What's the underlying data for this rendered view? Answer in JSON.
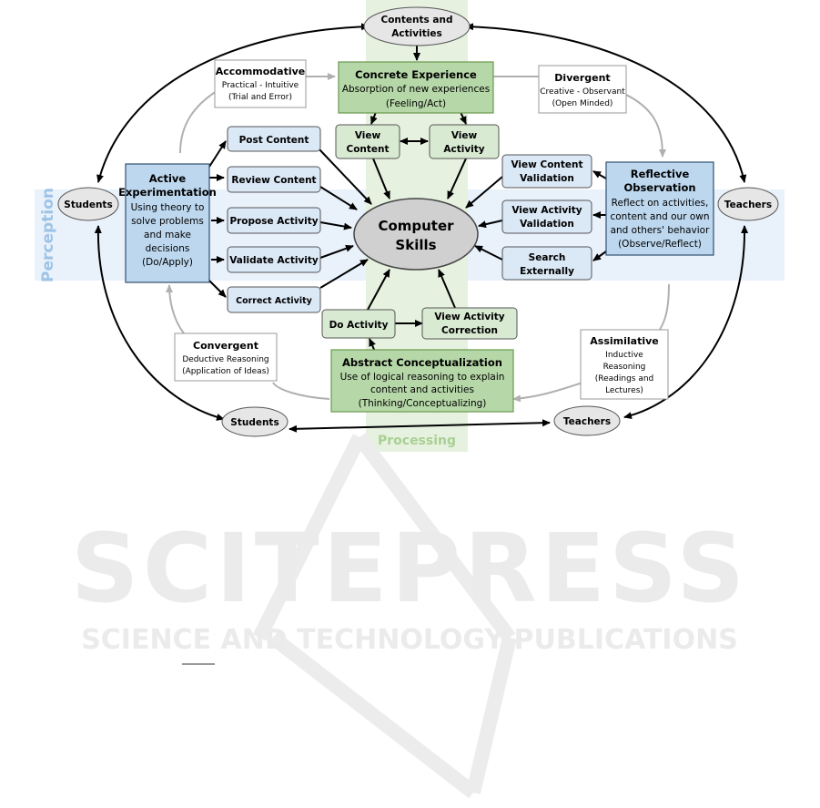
{
  "axes": {
    "perception": "Perception",
    "processing": "Processing"
  },
  "center": {
    "line1": "Computer",
    "line2": "Skills"
  },
  "contents": {
    "line1": "Contents and",
    "line2": "Activities"
  },
  "actors": {
    "students_left": "Students",
    "teachers_right": "Teachers",
    "students_bottom": "Students",
    "teachers_bottom": "Teachers"
  },
  "concrete": {
    "title": "Concrete Experience",
    "line1": "Absorption of new experiences",
    "line2": "(Feeling/Act)"
  },
  "abstract": {
    "title": "Abstract Conceptualization",
    "line1": "Use of logical reasoning to explain",
    "line2": "content and activities",
    "line3": "(Thinking/Conceptualizing)"
  },
  "active": {
    "title1": "Active",
    "title2": "Experimentation",
    "line1": "Using theory to",
    "line2": "solve problems",
    "line3": "and make",
    "line4": "decisions",
    "line5": "(Do/Apply)"
  },
  "reflective": {
    "title1": "Reflective",
    "title2": "Observation",
    "line1": "Reflect on activities,",
    "line2": "content and our own",
    "line3": "and others' behavior",
    "line4": "(Observe/Reflect)"
  },
  "styles": {
    "accommodative": {
      "title": "Accommodative",
      "line1": "Practical - Intuitive",
      "line2": "(Trial and Error)"
    },
    "divergent": {
      "title": "Divergent",
      "line1": "Creative - Observant",
      "line2": "(Open Minded)"
    },
    "convergent": {
      "title": "Convergent",
      "line1": "Deductive Reasoning",
      "line2": "(Application of Ideas)"
    },
    "assimilative": {
      "title": "Assimilative",
      "line1": "Inductive",
      "line2": "Reasoning",
      "line3": "(Readings and",
      "line4": "Lectures)"
    }
  },
  "left_actions": {
    "post_content": "Post Content",
    "review_content": "Review Content",
    "propose_activity": "Propose Activity",
    "validate_activity": "Validate Activity",
    "correct_activity": "Correct Activity"
  },
  "right_actions": {
    "view_content_validation_1": "View Content",
    "view_content_validation_2": "Validation",
    "view_activity_validation_1": "View Activity",
    "view_activity_validation_2": "Validation",
    "search_externally_1": "Search",
    "search_externally_2": "Externally"
  },
  "top_actions": {
    "view_content_1": "View",
    "view_content_2": "Content",
    "view_activity_1": "View",
    "view_activity_2": "Activity"
  },
  "bottom_actions": {
    "do_activity": "Do Activity",
    "view_activity_correction_1": "View Activity",
    "view_activity_correction_2": "Correction"
  },
  "watermark": {
    "big": "SCITEPRESS",
    "sub": "SCIENCE AND TECHNOLOGY PUBLICATIONS"
  },
  "colors": {
    "green_fill": "#d9ead3",
    "green_strong": "#b6d7a8",
    "green_border": "#6a9a4f",
    "blue_fill": "#dbe8f6",
    "blue_strong": "#bdd7ee",
    "blue_border": "#2f4f6f",
    "band_blue": "#e9f1fb",
    "band_green": "#e6f2df",
    "oval_fill": "#e6e6e6",
    "gray_arrow": "#b0b0b0"
  }
}
